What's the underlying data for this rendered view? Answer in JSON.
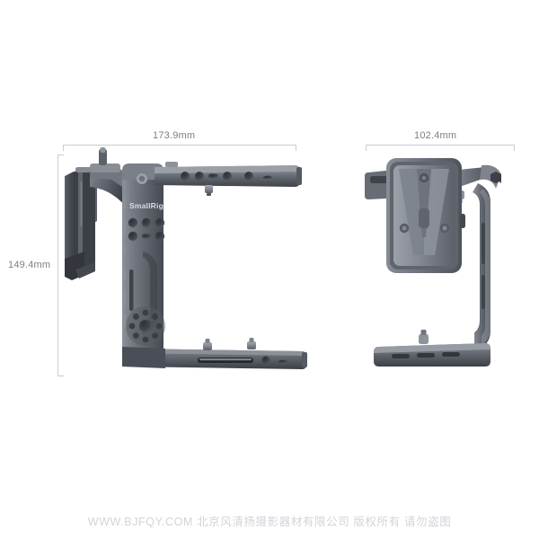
{
  "page": {
    "background_color": "#ffffff",
    "brand": "SmallRig",
    "brand_label_on_product": "SmallRig"
  },
  "dimensions": {
    "line_color": "#c9ccd1",
    "text_color": "#7b7f86",
    "front_view_width": "173.9mm",
    "front_view_height": "149.4mm",
    "side_view_width": "102.4mm"
  },
  "views": [
    {
      "id": "front-view",
      "name": "camera-cage-front-view",
      "width_label": "173.9mm",
      "height_label": "149.4mm"
    },
    {
      "id": "side-view",
      "name": "camera-cage-side-view",
      "width_label": "102.4mm"
    }
  ],
  "colors": {
    "metal_light": "#9a9ea6",
    "metal_mid": "#6e737c",
    "metal_dark": "#4b5058",
    "metal_darker": "#33373d",
    "metal_shadow": "#2a2d32",
    "highlight": "#b8bcc3",
    "hole": "#3a3d43"
  },
  "watermark": {
    "text": "WWW.BJFQY.COM 北京风清扬摄影器材有限公司 版权所有 请勿盗图",
    "color": "#d2d4d9"
  }
}
